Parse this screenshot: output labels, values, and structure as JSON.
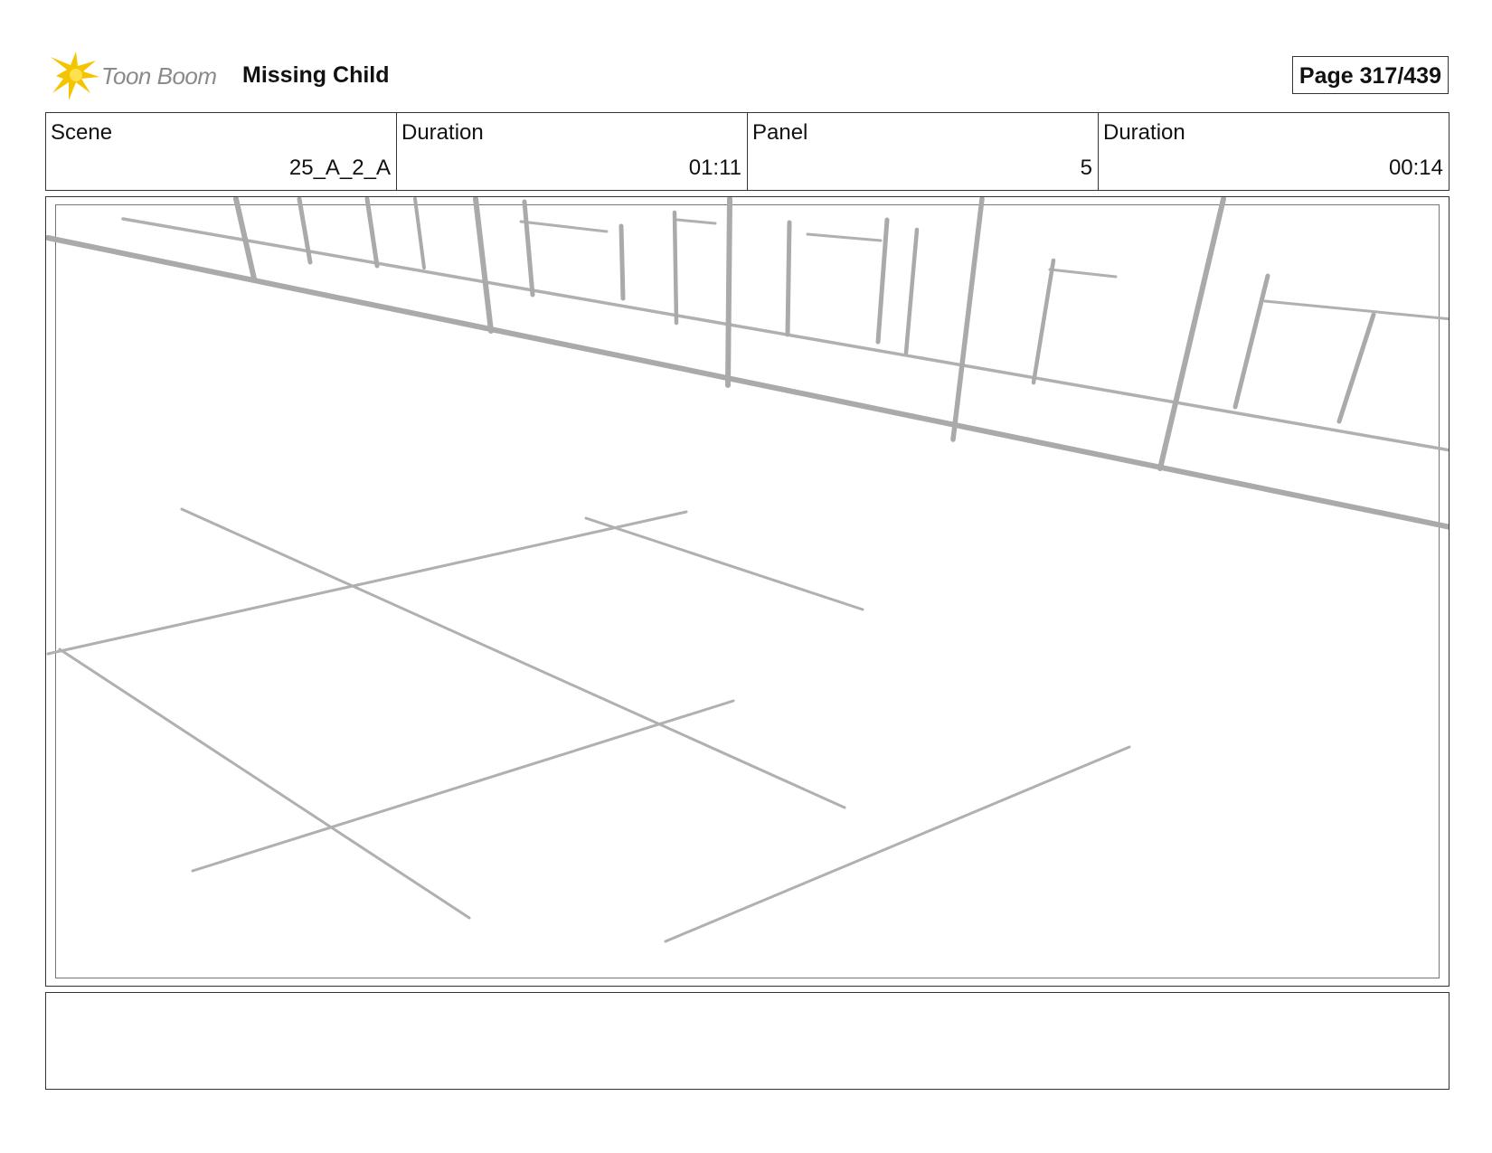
{
  "header": {
    "logo_text": "Toon Boom",
    "project_title": "Missing Child",
    "page_label": "Page 317/439"
  },
  "info": {
    "scene_label": "Scene",
    "scene_value": "25_A_2_A",
    "scene_duration_label": "Duration",
    "scene_duration_value": "01:11",
    "panel_label": "Panel",
    "panel_value": "5",
    "panel_duration_label": "Duration",
    "panel_duration_value": "00:14"
  },
  "panel": {
    "sketch": "perspective-layout-sketch"
  },
  "caption": {
    "text": ""
  },
  "colors": {
    "logo_yellow": "#f5c400",
    "sketch_gray": "#b0b0b0",
    "border": "#333333"
  }
}
